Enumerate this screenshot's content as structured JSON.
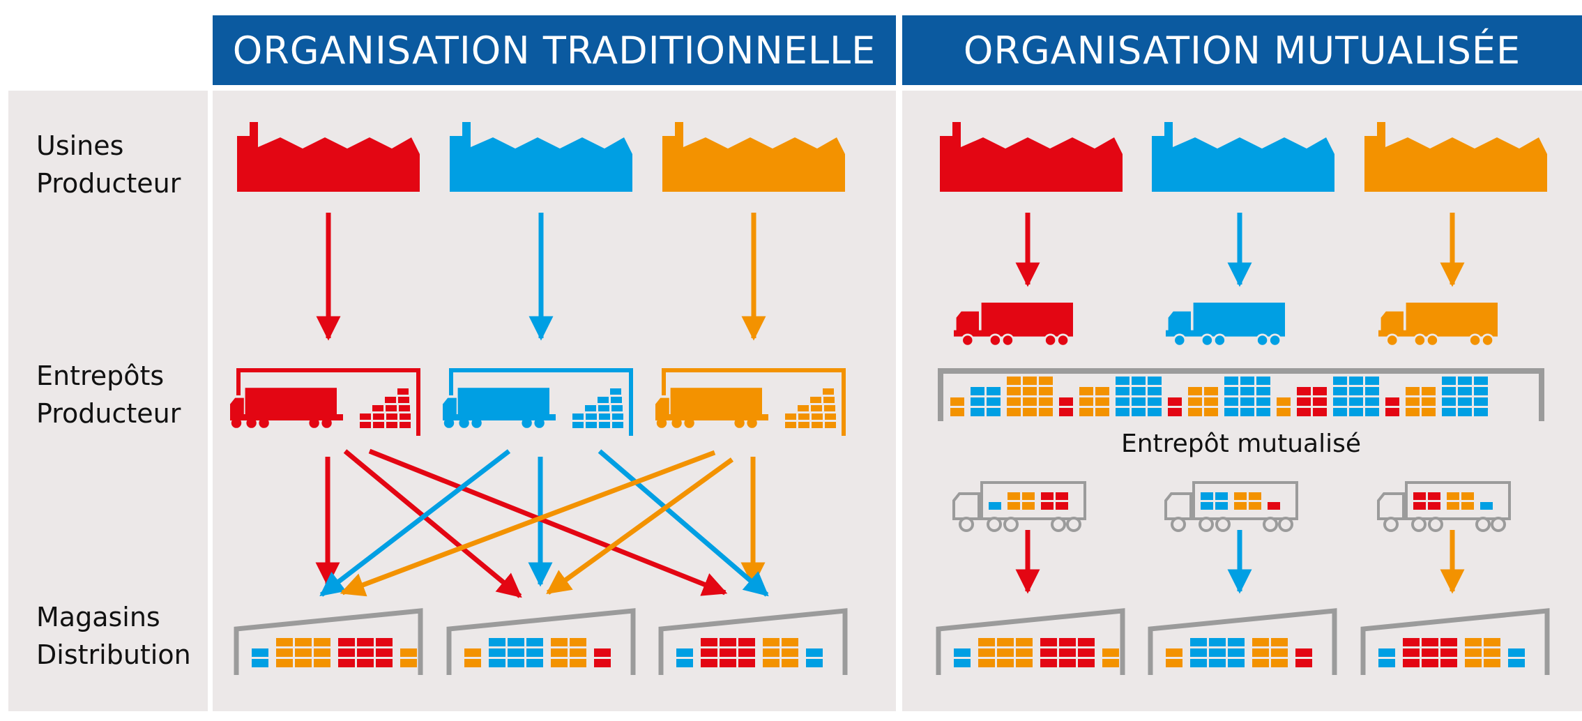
{
  "headers": {
    "traditional": "ORGANISATION TRADITIONNELLE",
    "mutualized": "ORGANISATION MUTUALISÉE"
  },
  "rows": {
    "usines": {
      "line1": "Usines",
      "line2": "Producteur"
    },
    "entrepots": {
      "line1": "Entrepôts",
      "line2": "Producteur"
    },
    "magasins": {
      "line1": "Magasins",
      "line2": "Distribution"
    }
  },
  "mutualized_warehouse_label": "Entrepôt mutualisé",
  "colors": {
    "header_bg": "#0b5aa0",
    "panel_bg": "#ece8e8",
    "red": "#e30613",
    "blue": "#009fe3",
    "orange": "#f39200",
    "gray": "#9b9b9b"
  },
  "icons": [
    "factory-icon",
    "truck-icon",
    "warehouse-icon",
    "store-icon",
    "arrow-icon"
  ]
}
